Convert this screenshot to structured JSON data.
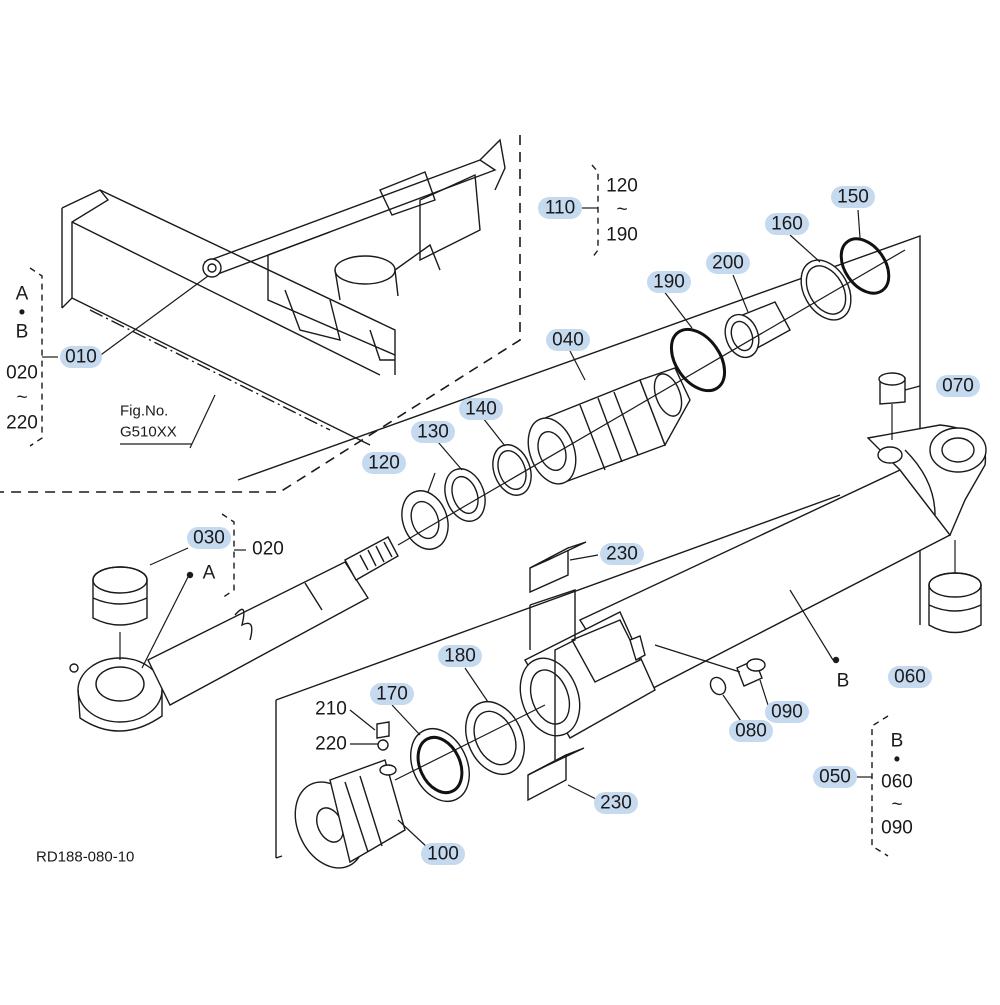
{
  "diagram": {
    "drawing_number": "RD188-080-10",
    "figure_ref": {
      "label": "Fig.No.",
      "number": "G510XX"
    },
    "group_label_1": {
      "top": "A",
      "dot": "•",
      "mid": "B",
      "from": "020",
      "tilde": "~",
      "to": "220"
    },
    "group_label_2": {
      "from": "120",
      "tilde": "~",
      "to": "190"
    },
    "group_label_3": {
      "top": "B",
      "dot": "•",
      "from": "060",
      "tilde": "~",
      "to": "090"
    },
    "callouts": {
      "c010": "010",
      "c020": "020",
      "c030": "030",
      "c040": "040",
      "c050": "050",
      "c060": "060",
      "c070": "070",
      "c080": "080",
      "c090": "090",
      "c100": "100",
      "c110": "110",
      "c120": "120",
      "c130": "130",
      "c140": "140",
      "c150": "150",
      "c160": "160",
      "c170": "170",
      "c180": "180",
      "c190": "190",
      "c200": "200",
      "c210": "210",
      "c220": "220",
      "c230a": "230",
      "c230b": "230"
    },
    "point_labels": {
      "a": "A",
      "b": "B"
    },
    "highlight_color": "#c5d9ef"
  }
}
